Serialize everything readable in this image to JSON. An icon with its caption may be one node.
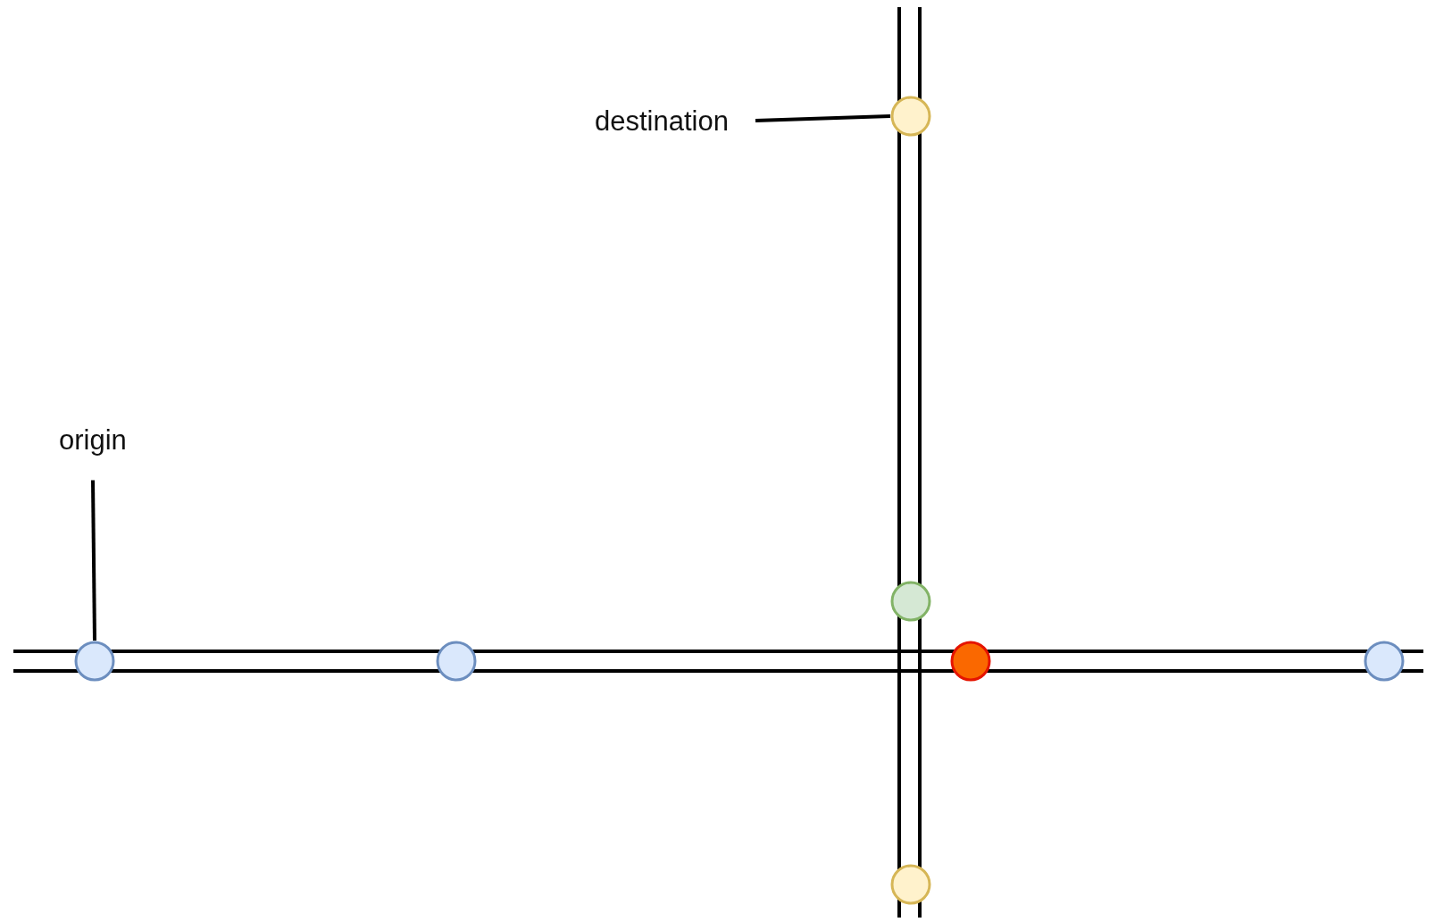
{
  "diagram": {
    "nodes": [
      {
        "text": [
          "destination"
        ]
      },
      {
        "text": [],
        "shape": "circle"
      },
      {
        "text": [
          "origin"
        ]
      },
      {
        "text": [],
        "shape": "circle"
      },
      {
        "text": [],
        "shape": "circle"
      },
      {
        "text": [],
        "shape": "circle"
      },
      {
        "text": [],
        "shape": "circle"
      },
      {
        "text": [],
        "shape": "circle"
      },
      {
        "text": [],
        "shape": "circle"
      }
    ],
    "edges": [
      {
        "from": 0,
        "to": 1,
        "arrow": "none"
      },
      {
        "from": 2,
        "to": 4,
        "arrow": "none"
      }
    ]
  }
}
